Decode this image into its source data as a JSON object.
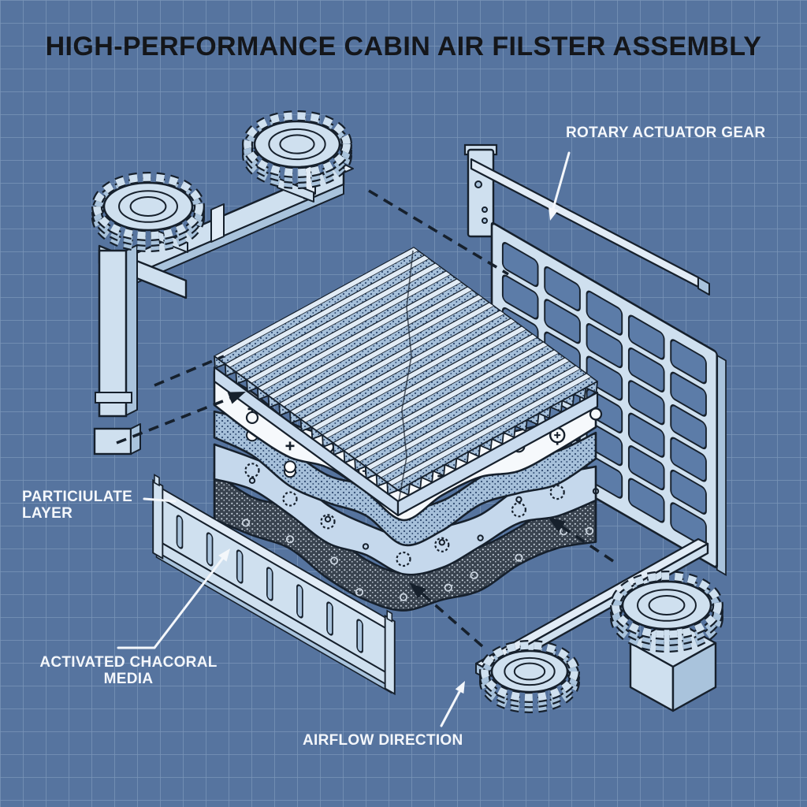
{
  "title": "HIGH-PERFORMANCE CABIN AIR FILSTER ASSEMBLY",
  "labels": {
    "rotary_gear": "ROTARY ACTUATOR GEAR",
    "particulate_line1": "PARTICIULATE",
    "particulate_line2": "LAYER",
    "charcoal_line1": "ACTIVATED CHACORAL",
    "charcoal_line2": "MEDIA",
    "airflow": "AIRFLOW DIRECTION"
  },
  "colors": {
    "background": "#56749f",
    "grid_line": "#9db5d2",
    "outline": "#16202c",
    "part_fill": "#cfe0ef",
    "part_shade": "#a9c3dc",
    "part_light": "#e2ecf6",
    "hole_fill": "#5c7ca8",
    "white_layer": "#f6f9fc",
    "media_base": "#a6c0da",
    "media_dot": "#2f4a70",
    "charcoal_base": "#39434f",
    "charcoal_dot": "#ccd6e1",
    "label_text": "#f4f7fb",
    "title_text": "#14161a"
  },
  "icons": {
    "gears": "gear-icon",
    "pleated_media": "pleated-filter-icon",
    "mesh_panel": "mesh-grid-panel-icon",
    "frame_rail": "frame-rail-icon",
    "flow_arrows": "dashed-arrow-icon",
    "label_arrows": "label-arrow-icon"
  }
}
